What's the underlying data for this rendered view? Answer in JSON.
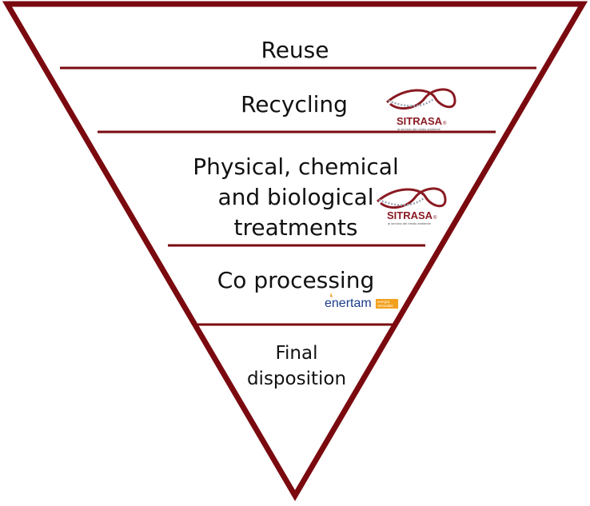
{
  "diagram": {
    "colors": {
      "outline": "#7a0a0f",
      "text": "#111111",
      "sitrasa": "#8a1a22",
      "enertam_blue": "#1b3c8c",
      "enertam_orange": "#f2a01c"
    },
    "levels": [
      {
        "text": "Reuse"
      },
      {
        "text": "Recycling"
      },
      {
        "text": "Physical, chemical and biological treatments"
      },
      {
        "text": "Co processing"
      },
      {
        "text": "Final disposition"
      }
    ],
    "logos": {
      "sitrasa": {
        "wordmark": "SITRASA",
        "registered": "®",
        "tagline": "al servicio del medio ambiente"
      },
      "enertam": {
        "wordmark": "enertam",
        "box_line1": "energía",
        "box_line2": "renovable"
      }
    }
  }
}
